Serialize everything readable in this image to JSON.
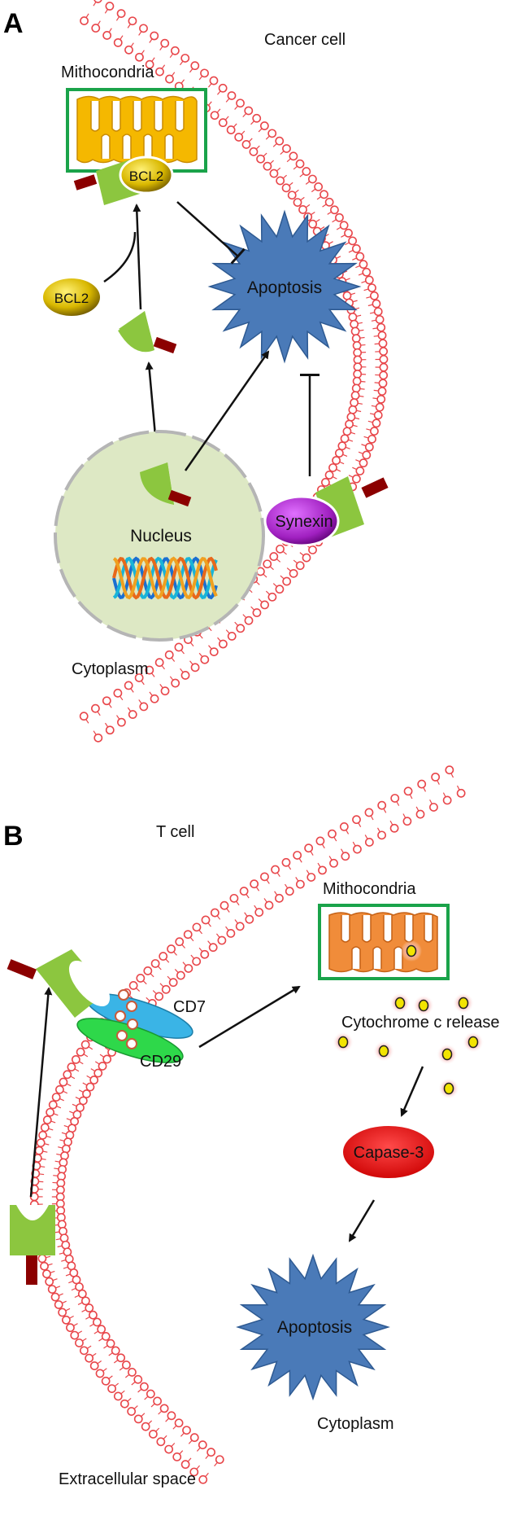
{
  "panel_a": {
    "letter": "A",
    "cell_label": "Cancer cell",
    "mitochondria_label": "Mithocondria",
    "bcl2_bound_label": "BCL2",
    "bcl2_free_label": "BCL2",
    "apoptosis_label": "Apoptosis",
    "nucleus_label": "Nucleus",
    "synexin_label": "Synexin",
    "cytoplasm_label": "Cytoplasm"
  },
  "panel_b": {
    "letter": "B",
    "cell_label": "T cell",
    "mitochondria_label": "Mithocondria",
    "cd7_label": "CD7",
    "cd29_label": "CD29",
    "cytochrome_label": "Cytochrome c release",
    "caspase_label": "Capase-3",
    "apoptosis_label": "Apoptosis",
    "cytoplasm_label": "Cytoplasm",
    "extracellular_label": "Extracellular space"
  },
  "colors": {
    "membrane": "#e8464a",
    "mito_border": "#1aa34a",
    "mito_a_fill": "#f5b800",
    "mito_b_fill": "#f08c3a",
    "bcl2": "#d9b800",
    "receptor_green": "#8cc63f",
    "receptor_stem": "#8b0000",
    "apoptosis_star": "#4a7ab8",
    "nucleus_fill": "#dde8c4",
    "synexin": "#a020c0",
    "cd7": "#3ab4e6",
    "cd29": "#2ed84a",
    "cytochrome_dot": "#f2e400",
    "caspase": "#ee1111"
  }
}
